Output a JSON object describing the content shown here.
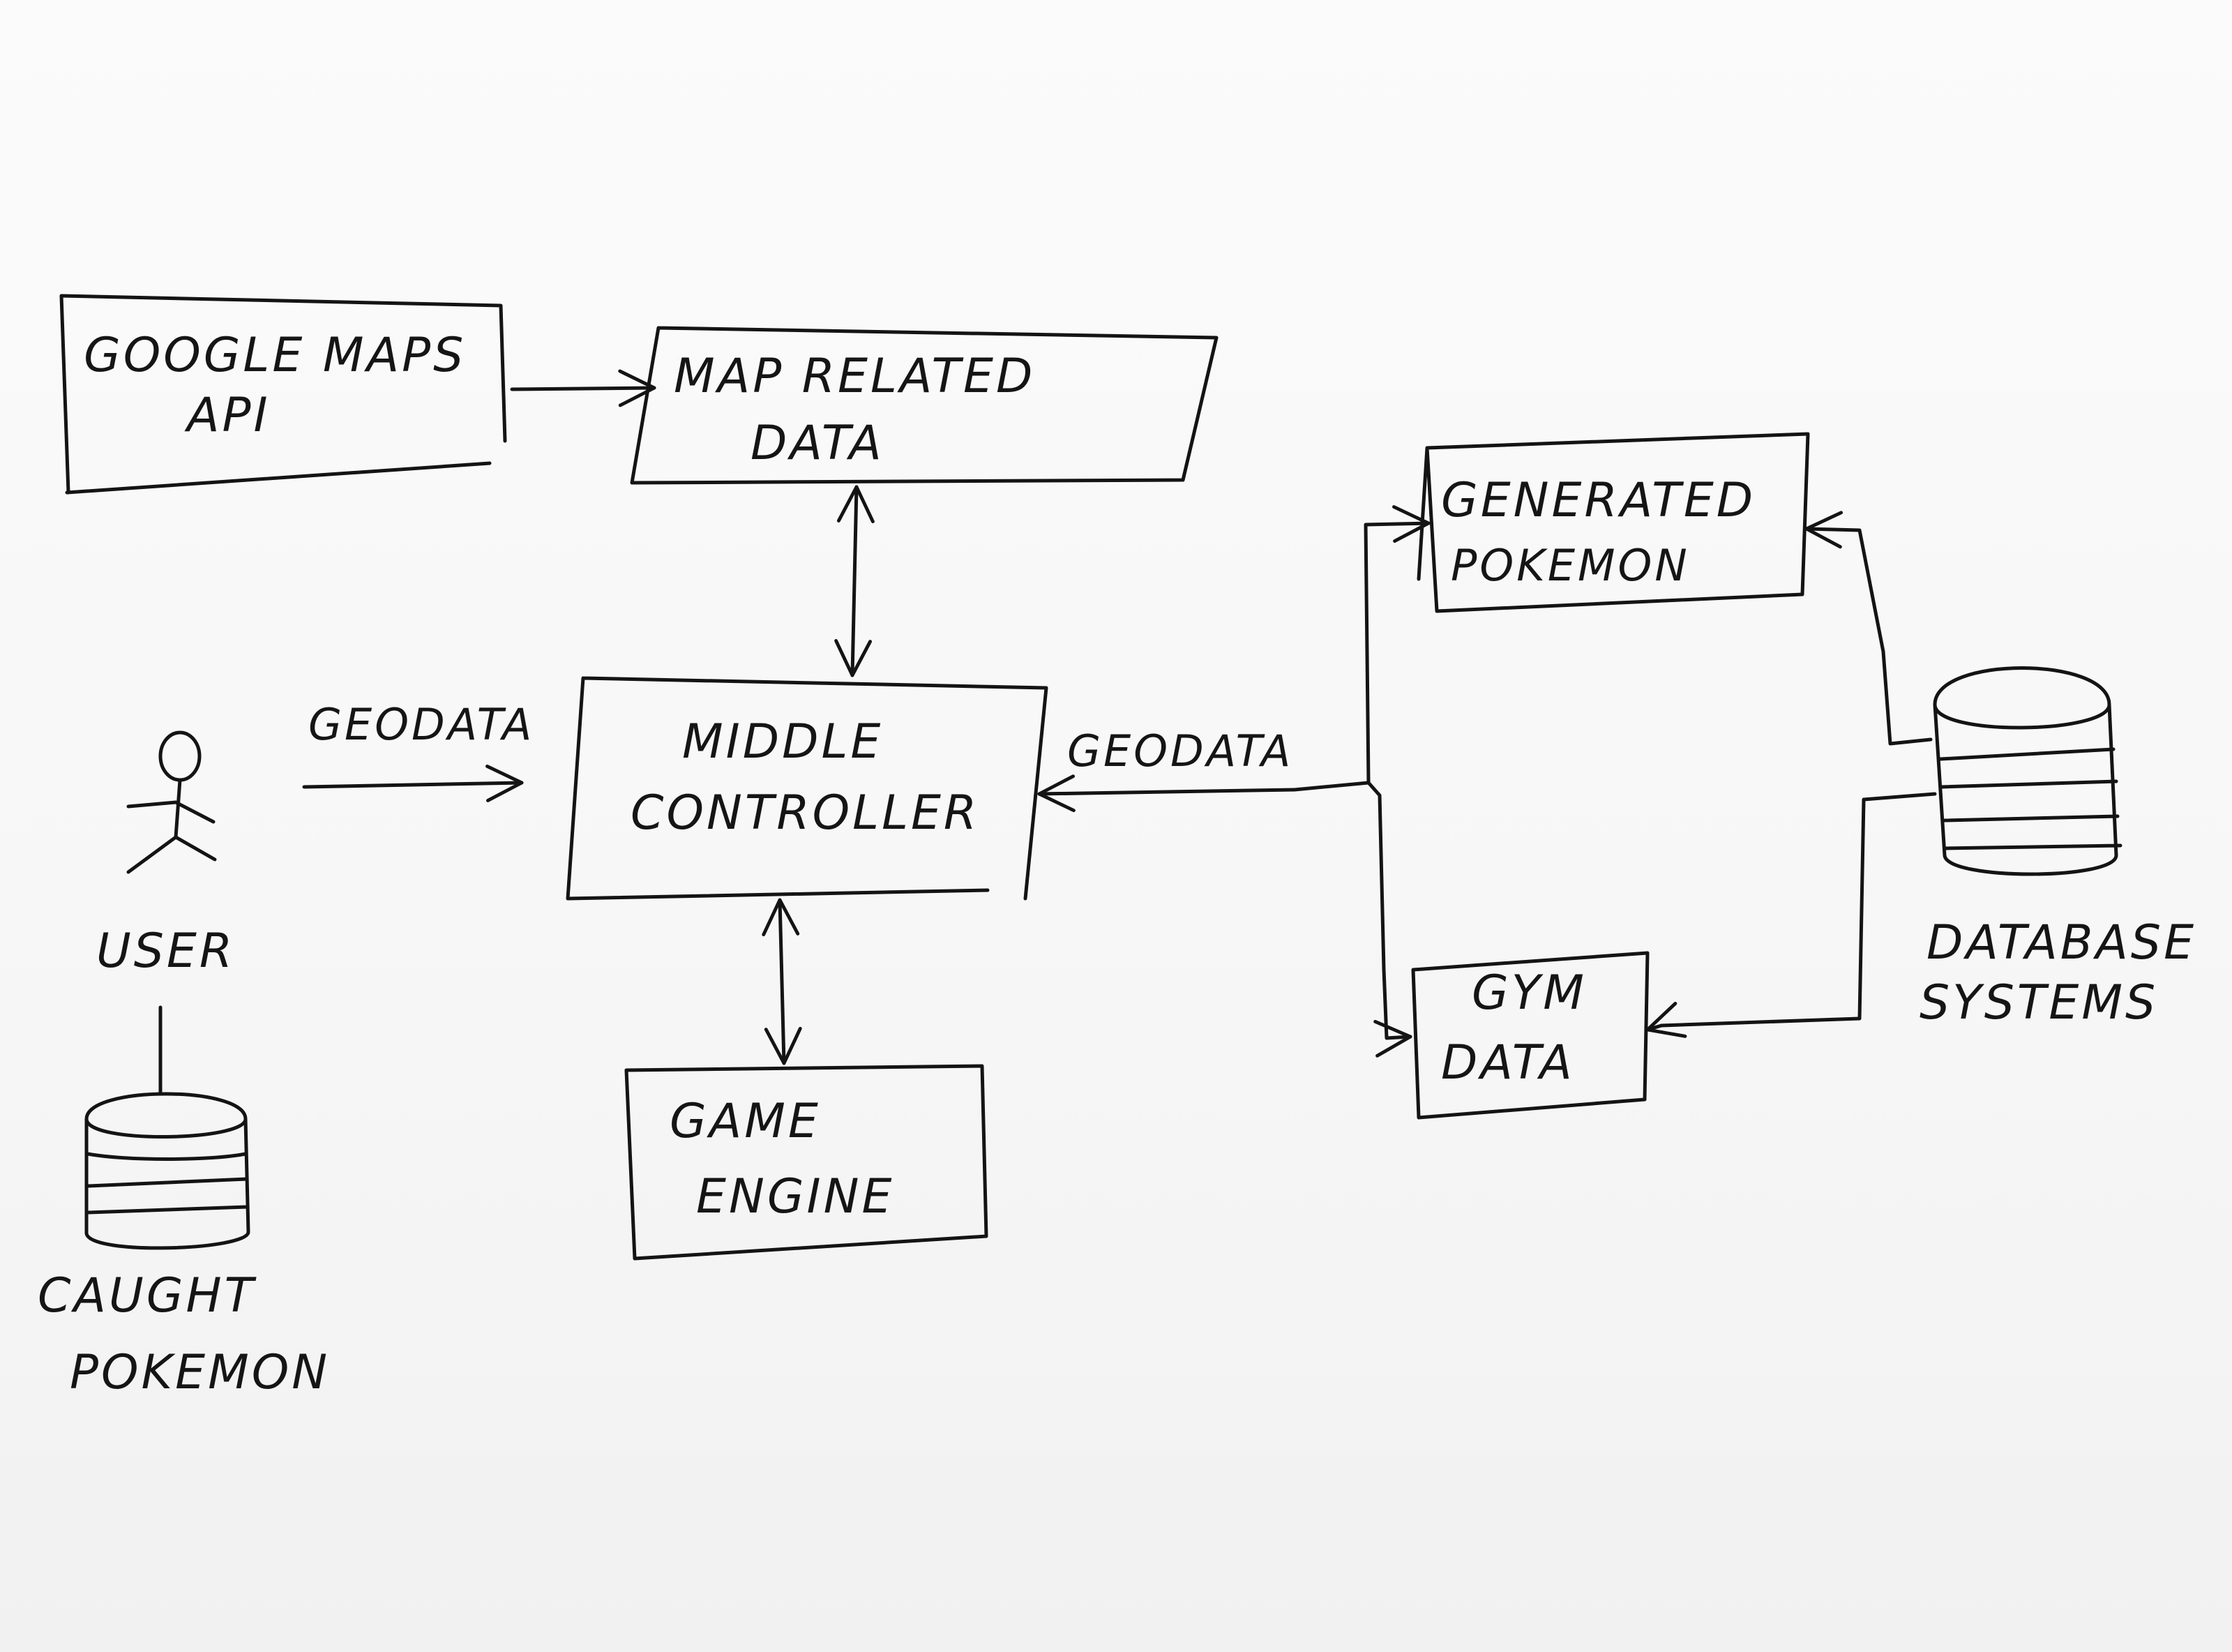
{
  "nodes": {
    "google_maps_api": {
      "line1": "GOOGLE MAPS",
      "line2": "API"
    },
    "map_related_data": {
      "line1": "MAP RELATED",
      "line2": "DATA"
    },
    "middle_controller": {
      "line1": "MIDDLE",
      "line2": "CONTROLLER"
    },
    "game_engine": {
      "line1": "GAME",
      "line2": "ENGINE"
    },
    "generated_pokemon": {
      "line1": "GENERATED",
      "line2": "POKEMON"
    },
    "gym_data": {
      "line1": "GYM",
      "line2": "DATA"
    },
    "database_systems": {
      "line1": "DATABASE",
      "line2": "SYSTEMS"
    },
    "user": {
      "label": "USER"
    },
    "caught_pokemon": {
      "line1": "CAUGHT",
      "line2": "POKEMON"
    }
  },
  "edges": {
    "user_to_controller": {
      "label": "GEODATA"
    },
    "datastores_to_controller": {
      "label": "GEODATA"
    }
  }
}
